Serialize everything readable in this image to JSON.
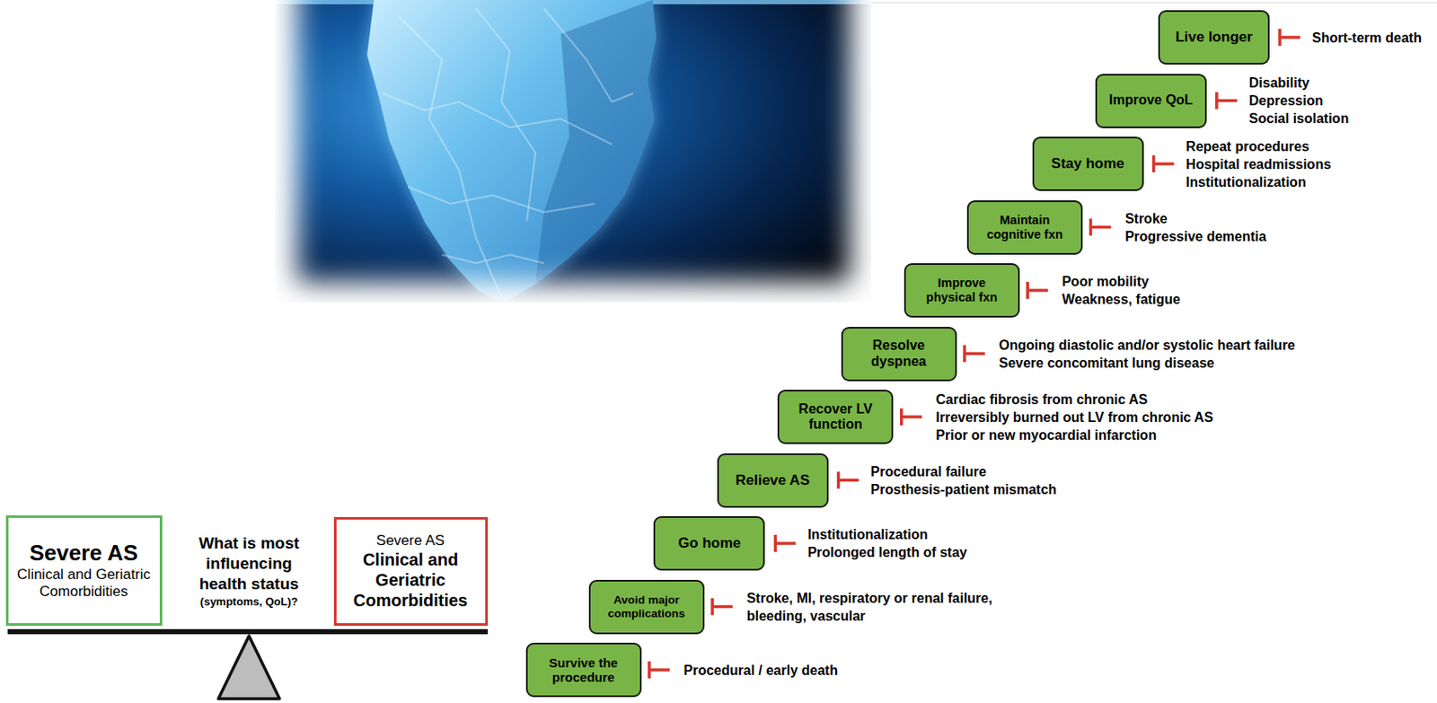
{
  "diagram": {
    "nodes": [
      {
        "text": [
          "Severe AS",
          "Clinical and Geriatric Comorbidities"
        ]
      },
      {
        "text": [
          "Severe AS",
          "Clinical and Geriatric Comorbidities"
        ]
      },
      {
        "text": [
          "Survive the procedure"
        ]
      },
      {
        "text": [
          "Avoid major complications"
        ]
      },
      {
        "text": [
          "Go home"
        ]
      },
      {
        "text": [
          "Relieve AS"
        ]
      },
      {
        "text": [
          "Recover LV function"
        ]
      },
      {
        "text": [
          "Resolve dyspnea"
        ]
      },
      {
        "text": [
          "Improve physical fxn"
        ]
      },
      {
        "text": [
          "Maintain cognitive fxn"
        ]
      },
      {
        "text": [
          "Stay home"
        ]
      },
      {
        "text": [
          "Improve QoL"
        ]
      },
      {
        "text": [
          "Live longer"
        ]
      }
    ],
    "labels": [
      "What is most influencing health status",
      "(symptoms, QoL)?",
      "Procedural / early death",
      "Stroke, MI, respiratory or renal failure, bleeding, vascular",
      "Institutionalization",
      "Prolonged length of stay",
      "Procedural failure",
      "Prosthesis-patient mismatch",
      "Cardiac fibrosis from chronic AS",
      "Irreversibly burned out LV from chronic AS",
      "Prior or new myocardial infarction",
      "Ongoing diastolic and/or systolic heart failure",
      "Severe concomitant lung disease",
      "Poor mobility",
      "Weakness, fatigue",
      "Stroke",
      "Progressive dementia",
      "Repeat procedures",
      "Hospital readmissions",
      "Institutionalization",
      "Disability",
      "Depression",
      "Social isolation",
      "Short-term death"
    ]
  }
}
